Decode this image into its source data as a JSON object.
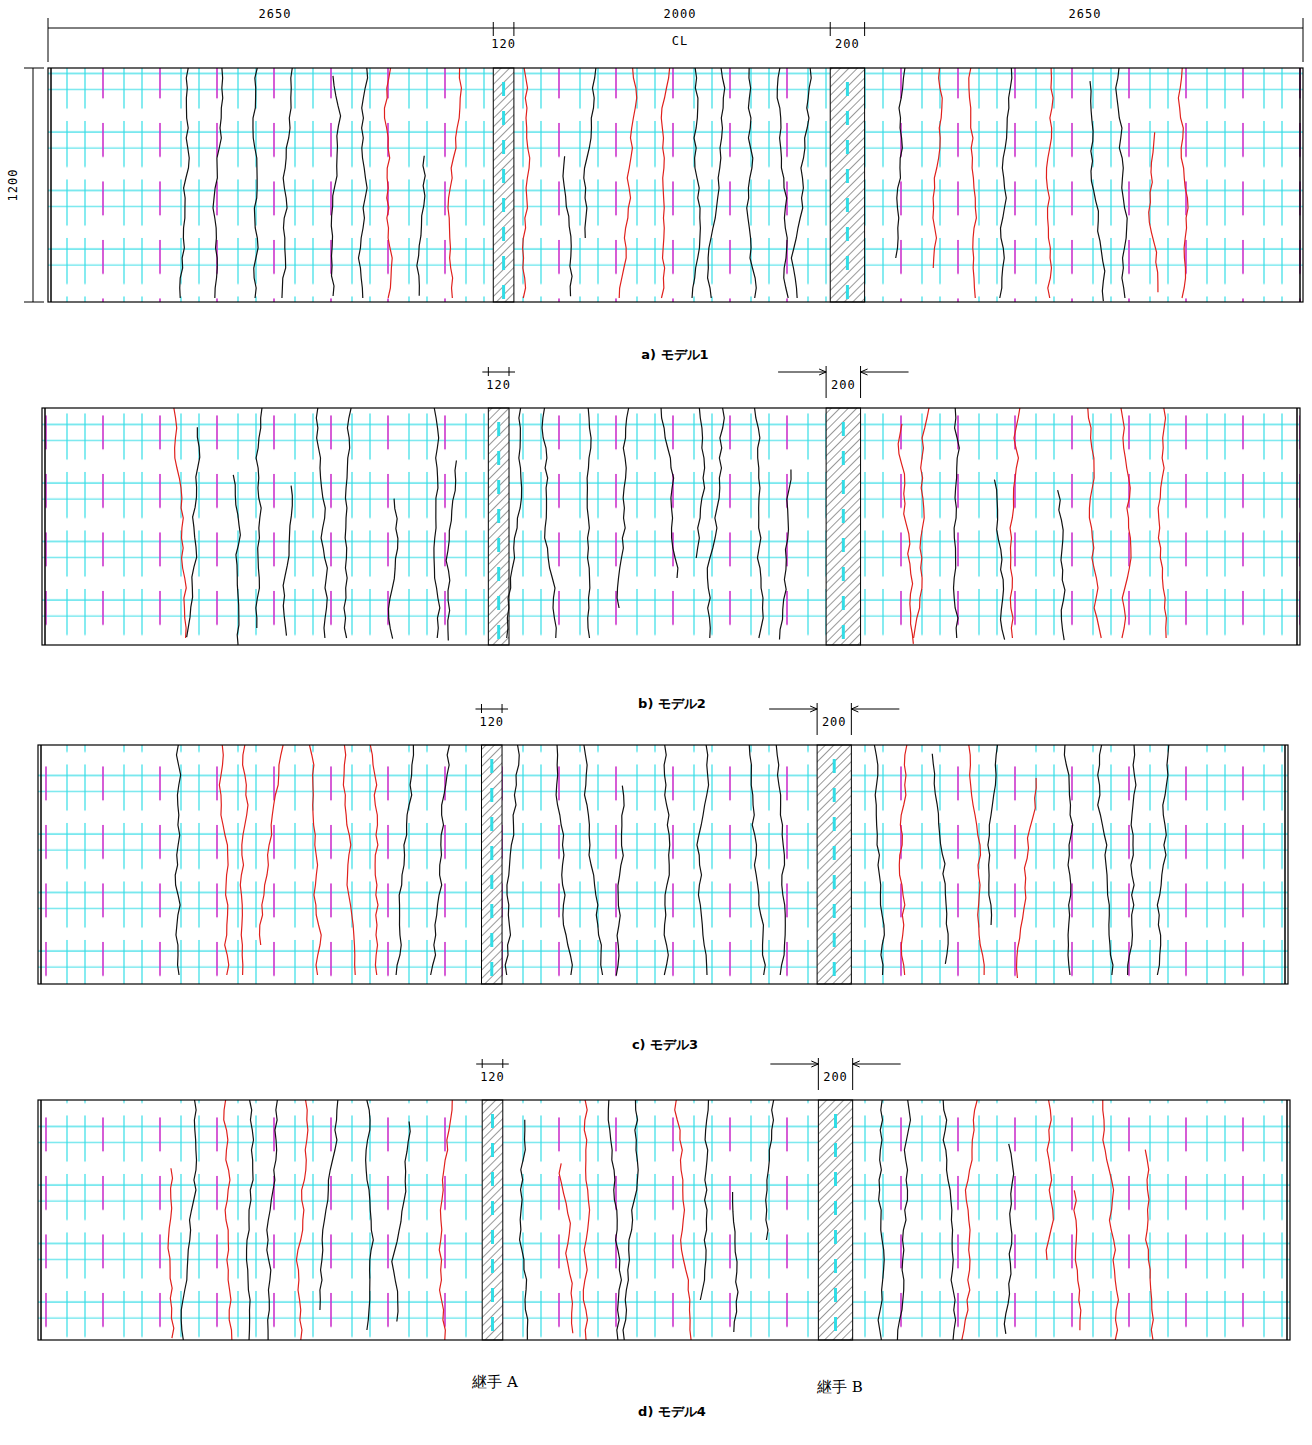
{
  "diagram": {
    "labels": [
      "2650",
      "120",
      "2000",
      "CL",
      "200",
      "2650",
      "1200",
      "a) モデル1",
      "120",
      "200",
      "b) モデル2",
      "120",
      "200",
      "c) モデル3",
      "120",
      "200",
      "継手 A",
      "継手 B",
      "d) モデル4"
    ]
  }
}
